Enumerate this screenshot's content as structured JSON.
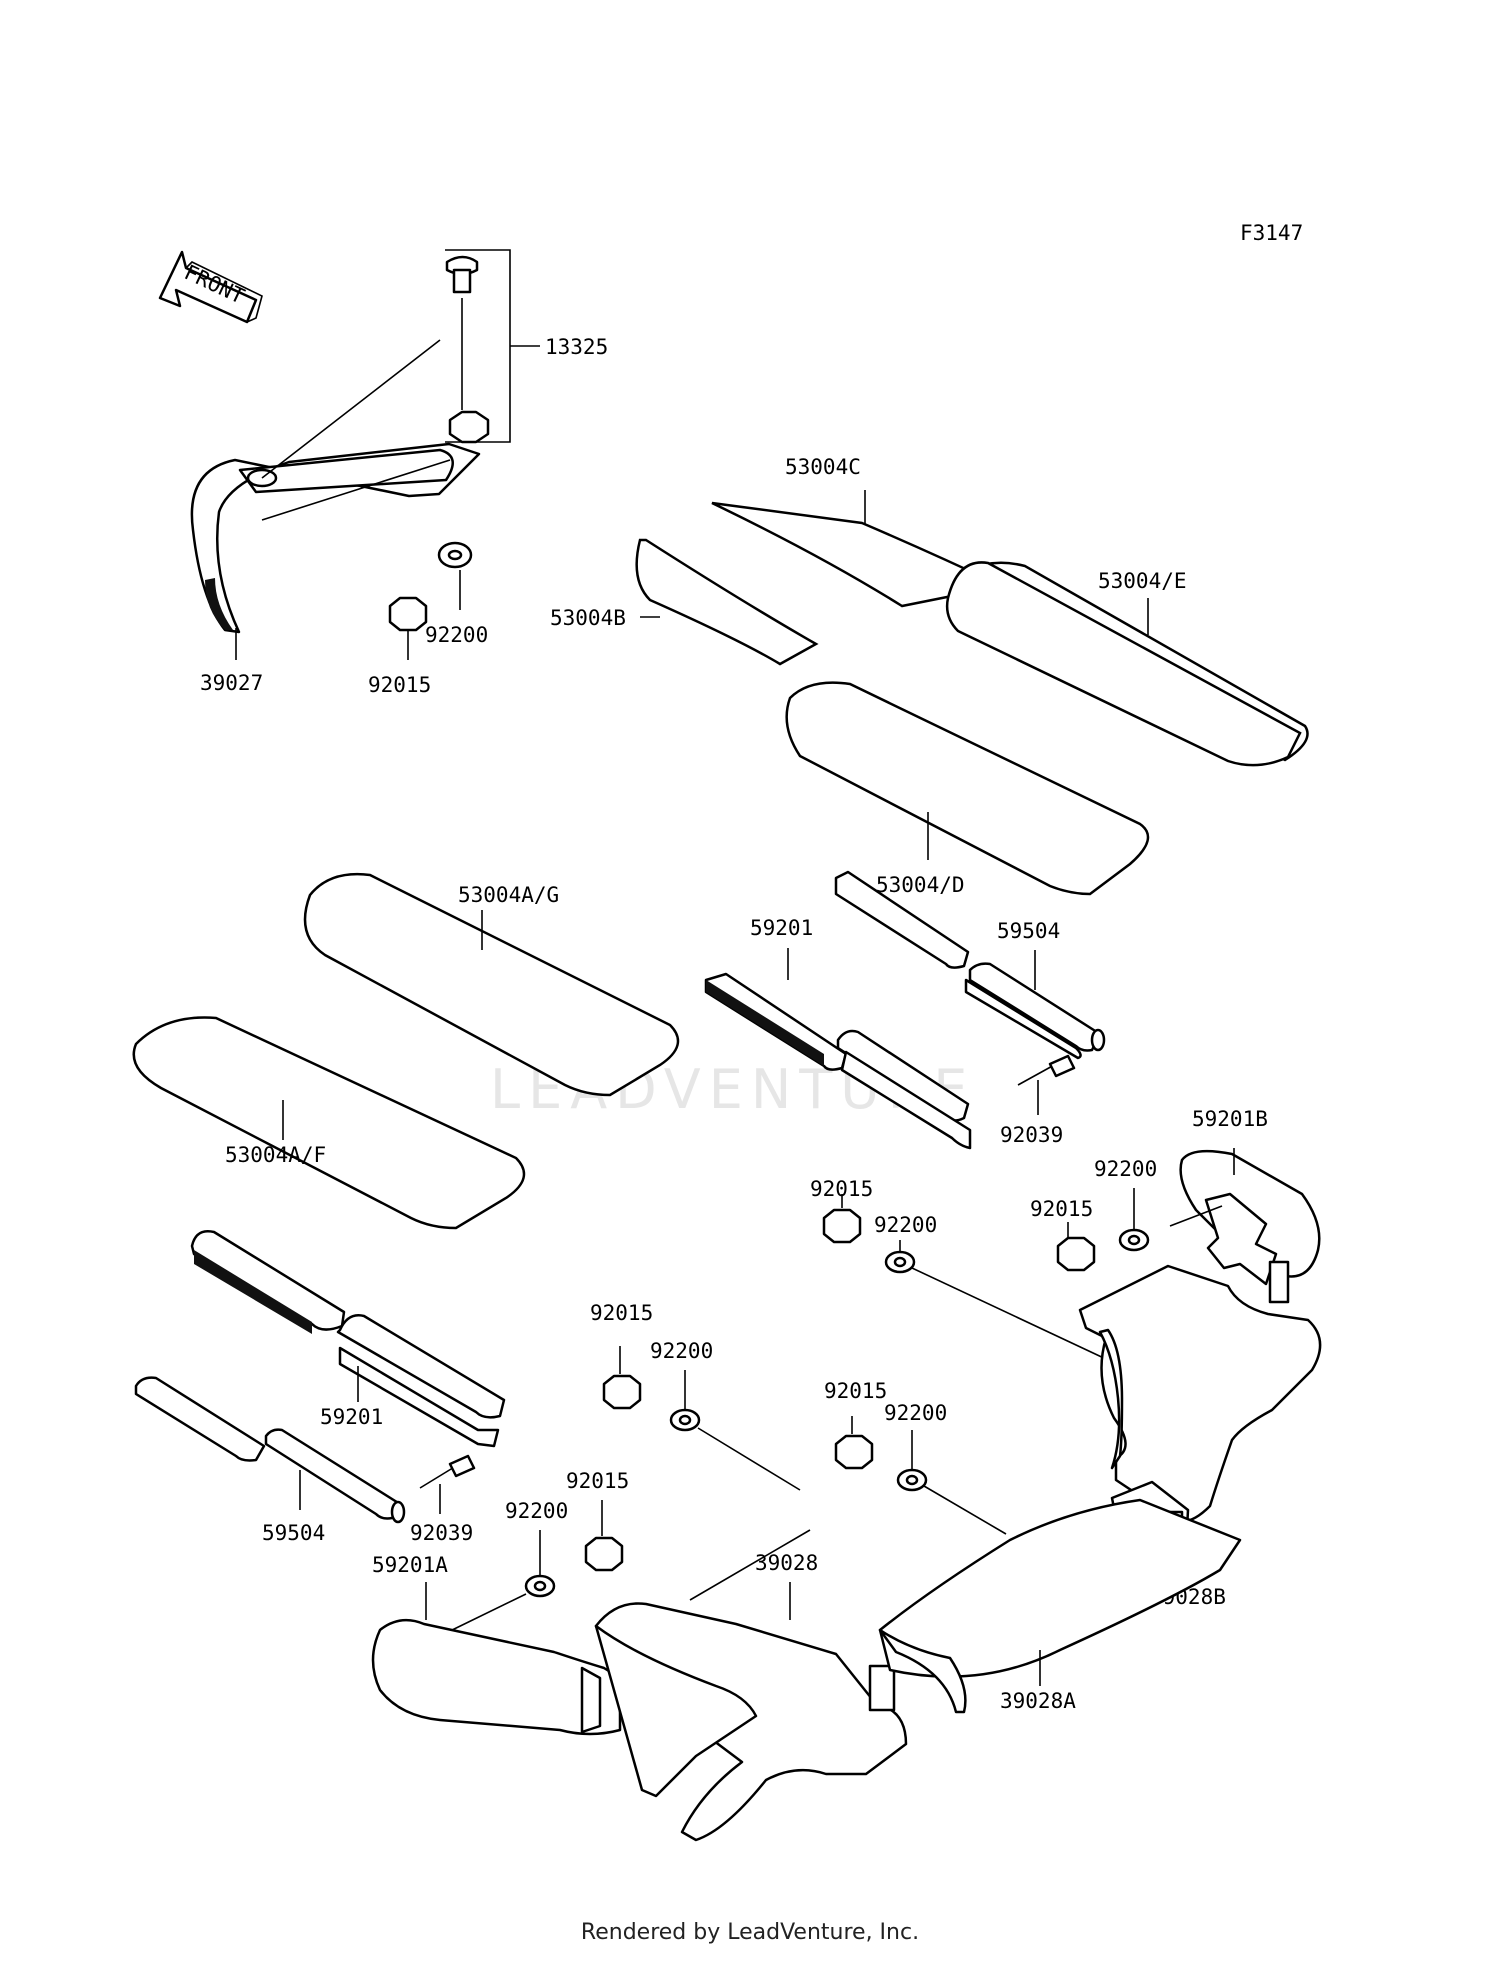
{
  "diagram": {
    "code": "F3147",
    "front_label": "FRONT",
    "watermark": "LEADVENTURE",
    "footer": "Rendered by LeadVenture, Inc.",
    "labels": {
      "l13325": "13325",
      "l39027": "39027",
      "l92015a": "92015",
      "l92200a": "92200",
      "l53004C": "53004C",
      "l53004B": "53004B",
      "l53004E": "53004/E",
      "l53004D": "53004/D",
      "l53004AG": "53004A/G",
      "l53004AF": "53004A/F",
      "l59201a": "59201",
      "l59504a": "59504",
      "l92039a": "92039",
      "l59201B": "59201B",
      "l92200b": "92200",
      "l92015b": "92015",
      "l92015c": "92015",
      "l92200c": "92200",
      "l59201b": "59201",
      "l59504b": "59504",
      "l92039b": "92039",
      "l92015d": "92015",
      "l92200d": "92200",
      "l92015e": "92015",
      "l92200e": "92200",
      "l92015f": "92015",
      "l92200f": "92200",
      "l59201A": "59201A",
      "l39028": "39028",
      "l39028A": "39028A",
      "l39028B": "39028B"
    }
  }
}
